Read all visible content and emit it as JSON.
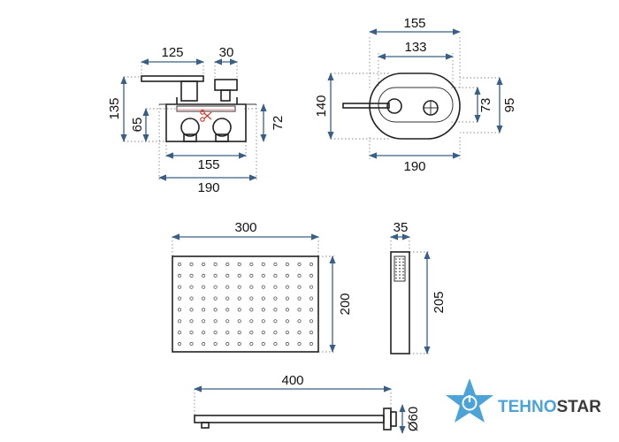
{
  "colors": {
    "dimension_line": "#3a5f86",
    "outline": "#222222",
    "accent_red": "#d23a2a",
    "logo_blue": "#4ba3d8",
    "logo_dark": "#3a3a3a"
  },
  "views": {
    "mixer_side": {
      "dims": [
        "125",
        "30",
        "135",
        "65",
        "72",
        "155",
        "190"
      ]
    },
    "mixer_front": {
      "dims": [
        "155",
        "133",
        "140",
        "73",
        "95",
        "190"
      ]
    },
    "rain_head": {
      "dims": [
        "300",
        "200"
      ]
    },
    "hand_shower": {
      "dims": [
        "35",
        "205"
      ]
    },
    "shower_arm": {
      "dims": [
        "400",
        "Ø60"
      ]
    }
  },
  "logo": {
    "part1": "TEHNO",
    "part2": "STAR",
    "icon": "star-power-icon"
  }
}
